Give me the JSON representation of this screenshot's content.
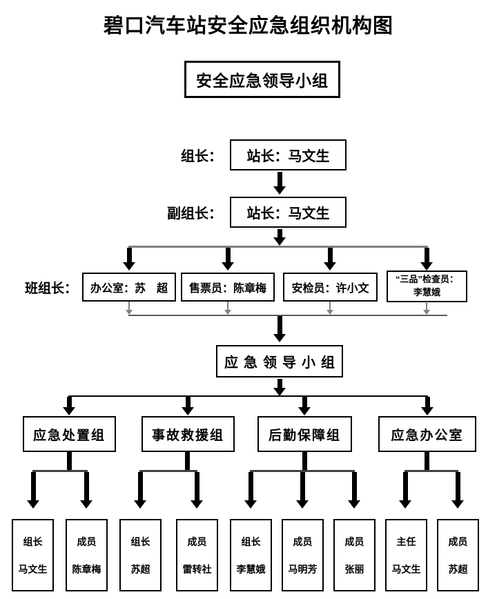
{
  "title": "碧口汽车站安全应急组织机构图",
  "top_group": {
    "label": "安全应急领导小组"
  },
  "leader": {
    "label": "组长：",
    "value": "站长：马文生"
  },
  "deputy": {
    "label": "副组长：",
    "value": "站长：马文生"
  },
  "team_leaders": {
    "label": "班组长：",
    "members": [
      {
        "label": "办公室：苏　超"
      },
      {
        "label": "售票员：陈章梅"
      },
      {
        "label": "安检员：许小文"
      },
      {
        "line1": "“三品”检查员：",
        "line2": "李慧娥"
      }
    ]
  },
  "emergency_group": {
    "label": "应急领导小组"
  },
  "sub_groups": [
    {
      "label": "应急处置组"
    },
    {
      "label": "事故救援组"
    },
    {
      "label": "后勤保障组"
    },
    {
      "label": "应急办公室"
    }
  ],
  "members": [
    {
      "role": "组长",
      "name": "马文生"
    },
    {
      "role": "成员",
      "name": "陈章梅"
    },
    {
      "role": "组长",
      "name": "苏超"
    },
    {
      "role": "成员",
      "name": "雷转社"
    },
    {
      "role": "组长",
      "name": "李慧娥"
    },
    {
      "role": "成员",
      "name": "马明芳"
    },
    {
      "role": "成员",
      "name": "张丽"
    },
    {
      "role": "主任",
      "name": "马文生"
    },
    {
      "role": "成员",
      "name": "苏超"
    }
  ],
  "colors": {
    "box_border": "#000000",
    "thick_connector": "#000000",
    "gray_connector": "#808080",
    "background": "#ffffff"
  }
}
